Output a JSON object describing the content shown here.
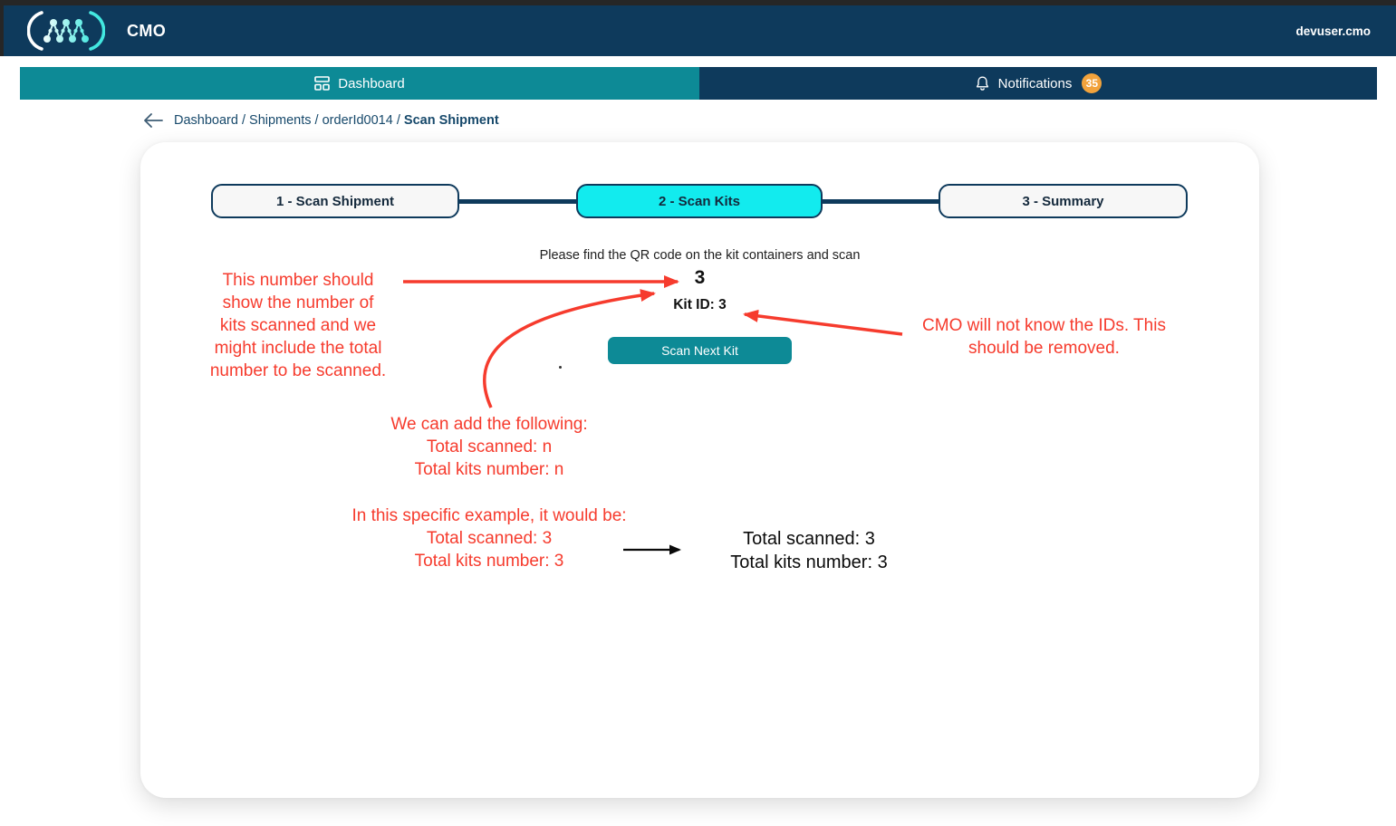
{
  "header": {
    "app_name": "CMO",
    "username": "devuser.cmo"
  },
  "tabs": {
    "dashboard": "Dashboard",
    "notifications": "Notifications",
    "notifications_badge": "35"
  },
  "breadcrumb": {
    "path_prefix": "Dashboard / Shipments / orderId0014 / ",
    "current": "Scan Shipment"
  },
  "stepper": {
    "step1": "1 - Scan Shipment",
    "step2": "2 - Scan Kits",
    "step3": "3 - Summary"
  },
  "scan_panel": {
    "instruction": "Please find the QR code on the kit containers and scan",
    "scanned_count": "3",
    "kit_id": "Kit ID: 3",
    "scan_button": "Scan Next Kit"
  },
  "annotations": {
    "left_note": "This number should\nshow the number of\nkits scanned and we\nmight include the total\nnumber to be scanned.",
    "right_note": "CMO will not know the IDs. This\nshould be removed.",
    "suggestion_note": "We can add the following:\nTotal scanned: n\nTotal kits number: n",
    "example_note": "In this specific example, it would be:\nTotal scanned: 3\nTotal kits number: 3",
    "example_result": "Total scanned: 3\nTotal kits number: 3"
  },
  "colors": {
    "navy": "#0e3a5c",
    "teal": "#0d8a96",
    "cyan_active": "#12ebee",
    "annotation_red": "#f63b2d",
    "badge_orange": "#f2a33c"
  }
}
